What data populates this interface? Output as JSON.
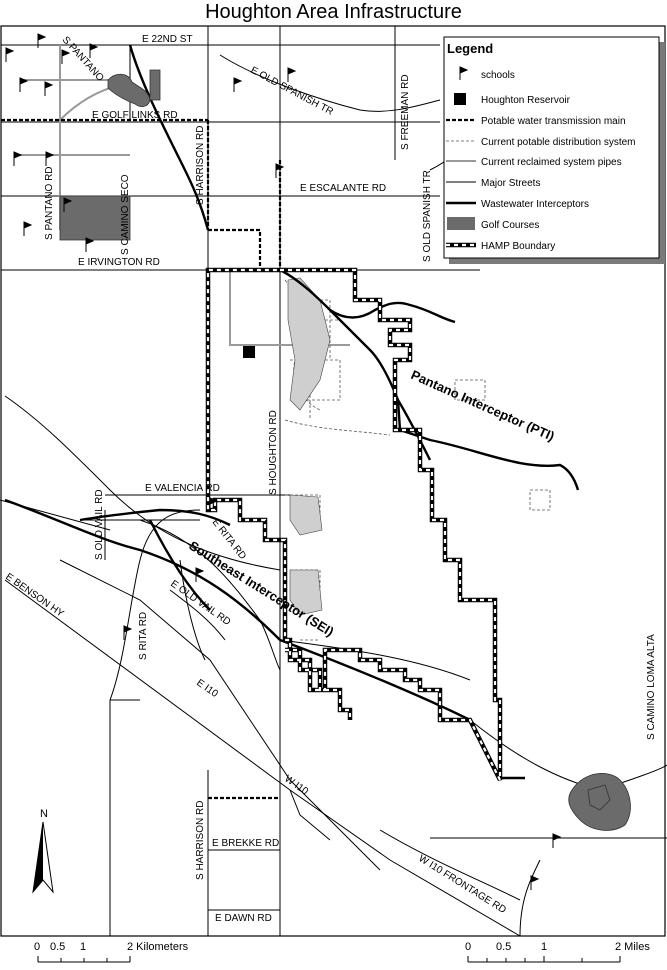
{
  "title": "Houghton Area Infrastructure",
  "streets": {
    "e_22nd": "E 22ND ST",
    "s_pantano_top": "S PANTANO",
    "e_old_spanish_tr": "E OLD SPANISH TR",
    "e_golf_links": "E GOLF LINKS RD",
    "s_freeman": "S FREEMAN RD",
    "s_old_spanish_tr": "S OLD SPANISH TR",
    "s_harrison_top": "S HARRISON RD",
    "e_escalante": "E ESCALANTE RD",
    "s_pantano_rd": "S PANTANO RD",
    "s_camino_seco": "S CAMINO SECO",
    "e_irvington": "E IRVINGTON RD",
    "s_houghton": "S HOUGHTON RD",
    "e_valencia": "E VALENCIA RD",
    "s_old_vail": "S OLD VAIL RD",
    "e_rita": "E RITA RD",
    "e_old_vail": "E OLD VAIL RD",
    "e_benson": "E BENSON HY",
    "s_rita": "S RITA RD",
    "e_i10": "E I10",
    "w_i10": "W I10",
    "s_harrison_bottom": "S HARRISON RD",
    "e_brekke": "E BREKKE RD",
    "e_dawn": "E DAWN RD",
    "w_i10_frontage": "W I10 FRONTAGE RD",
    "s_camino_loma_alta": "S CAMINO LOMA ALTA"
  },
  "interceptors": {
    "pti": "Pantano Interceptor (PTI)",
    "sei": "Southeast Interceptor (SEI)"
  },
  "legend": {
    "title": "Legend",
    "items": [
      {
        "label": "schools",
        "icon": "flag-icon"
      },
      {
        "label": "Houghton Reservoir",
        "icon": "square-icon"
      },
      {
        "label": "Potable water transmission main",
        "icon": "dashed-thick-line"
      },
      {
        "label": "Current potable distribution system",
        "icon": "dashed-thin-line"
      },
      {
        "label": "Current reclaimed system pipes",
        "icon": "gray-line"
      },
      {
        "label": "Major Streets",
        "icon": "thin-line"
      },
      {
        "label": "Wastewater Interceptors",
        "icon": "thick-line"
      },
      {
        "label": "Golf Courses",
        "icon": "gray-fill"
      },
      {
        "label": "HAMP Boundary",
        "icon": "checker-line"
      }
    ]
  },
  "north_arrow": "N",
  "scale_km": {
    "labels": [
      "0",
      "0.5",
      "1",
      "2 Kilometers"
    ]
  },
  "scale_mi": {
    "labels": [
      "0",
      "0.5",
      "1",
      "2 Miles"
    ]
  }
}
